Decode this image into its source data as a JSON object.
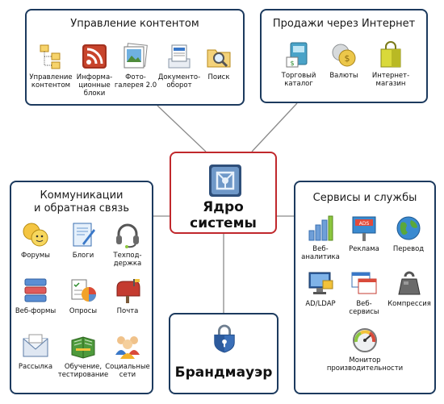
{
  "content_management": {
    "title": "Управление контентом",
    "items": [
      {
        "label": "Управление\nконтентом",
        "icon": "folder-tree-icon"
      },
      {
        "label": "Информа-\nционные\nблоки",
        "icon": "rss-icon"
      },
      {
        "label": "Фото-\nгалерея 2.0",
        "icon": "photo-gallery-icon"
      },
      {
        "label": "Документо-\nоборот",
        "icon": "document-flow-icon"
      },
      {
        "label": "Поиск",
        "icon": "search-folder-icon"
      }
    ]
  },
  "internet_sales": {
    "title": "Продажи через Интернет",
    "items": [
      {
        "label": "Торговый\nкаталог",
        "icon": "catalog-icon"
      },
      {
        "label": "Валюты",
        "icon": "coins-icon"
      },
      {
        "label": "Интернет-\nмагазин",
        "icon": "shopping-bag-icon"
      }
    ]
  },
  "core": {
    "title": "Ядро системы",
    "icon": "core-cube-icon"
  },
  "communications": {
    "title_line1": "Коммуникации",
    "title_line2": "и обратная связь",
    "items": [
      {
        "label": "Форумы",
        "icon": "forum-smiley-icon"
      },
      {
        "label": "Блоги",
        "icon": "blog-icon"
      },
      {
        "label": "Техпод-\nдержка",
        "icon": "headset-icon"
      },
      {
        "label": "Веб-формы",
        "icon": "web-forms-icon"
      },
      {
        "label": "Опросы",
        "icon": "poll-chart-icon"
      },
      {
        "label": "Почта",
        "icon": "mailbox-icon"
      },
      {
        "label": "Рассылка",
        "icon": "envelope-icon"
      },
      {
        "label": "Обучение,\nтестирование",
        "icon": "book-icon"
      },
      {
        "label": "Социальные\nсети",
        "icon": "people-group-icon"
      }
    ]
  },
  "services": {
    "title": "Сервисы и службы",
    "items": [
      {
        "label": "Веб-\nаналитика",
        "icon": "analytics-bars-icon"
      },
      {
        "label": "Реклама",
        "icon": "ads-banner-icon"
      },
      {
        "label": "Перевод",
        "icon": "globe-translate-icon"
      },
      {
        "label": "AD/LDAP",
        "icon": "monitor-directory-icon"
      },
      {
        "label": "Веб-\nсервисы",
        "icon": "web-services-icon"
      },
      {
        "label": "Компрессия",
        "icon": "weight-icon"
      },
      {
        "label": "Монитор\nпроизводительности",
        "icon": "gauge-icon"
      }
    ]
  },
  "firewall": {
    "title": "Брандмауэр",
    "icon": "shield-lock-icon"
  }
}
